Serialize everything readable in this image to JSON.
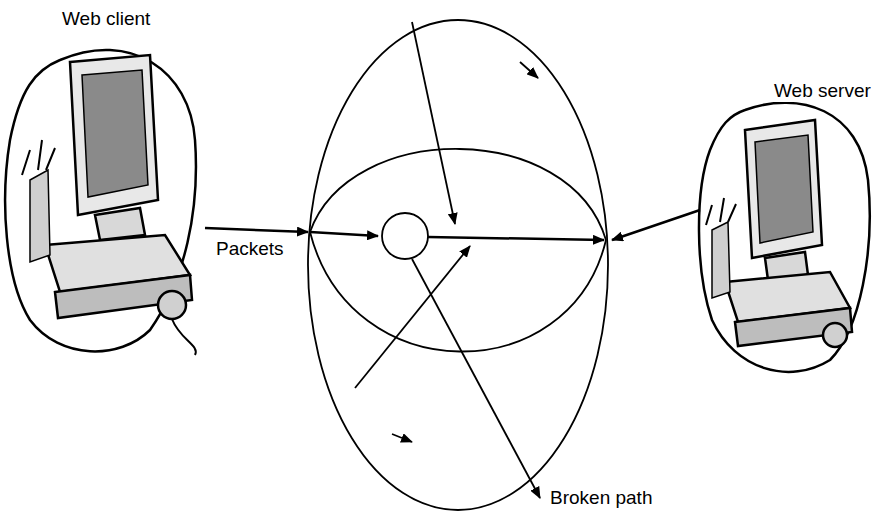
{
  "diagram": {
    "nodes": [
      {
        "text": [
          "Web client"
        ]
      },
      {
        "text": [
          "Web server"
        ]
      }
    ],
    "labels": [
      "Packets",
      "Broken path"
    ]
  }
}
